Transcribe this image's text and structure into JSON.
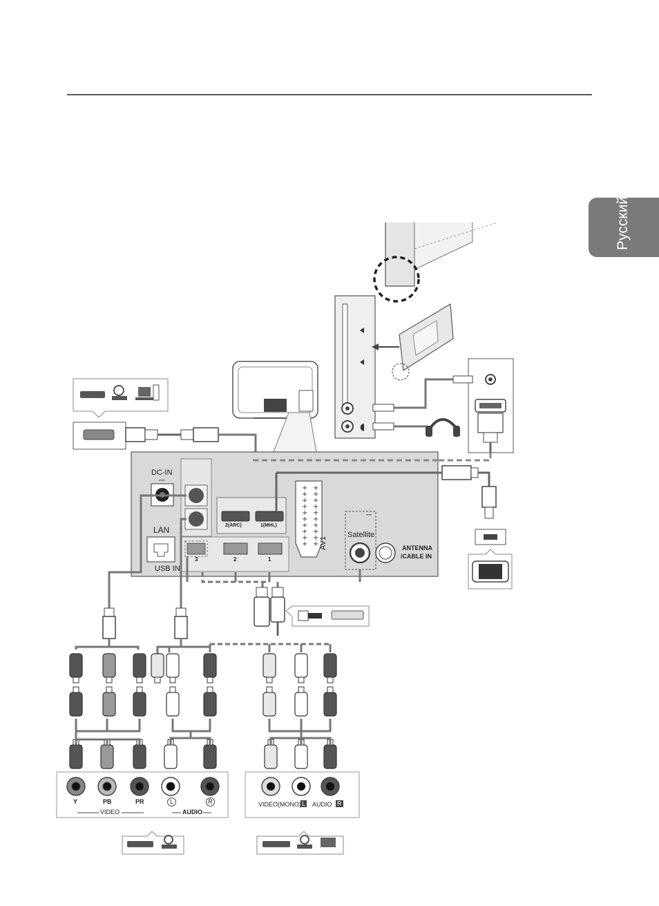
{
  "language_tab": "Русский",
  "panel": {
    "dc_in": "DC-IN",
    "dc_symbol": "⎓",
    "lan": "LAN",
    "usb_in": "USB IN",
    "hdmi2": "2(ARC)",
    "hdmi1": "1(MHL)",
    "av1": "AV1",
    "satellite": "Satellite",
    "satellite_symbol": "⎓",
    "antenna": "ANTENNA",
    "cable_in": "/CABLE IN",
    "usb3": "3",
    "usb2": "2",
    "usb1": "1"
  },
  "component_block": {
    "y": "Y",
    "pb": "PB",
    "pr": "PR",
    "video": "VIDEO",
    "audio_l": "L",
    "audio_r": "R",
    "audio": "AUDIO"
  },
  "composite_block": {
    "video_mono": "VIDEO(MONO)",
    "l": "L",
    "audio": "AUDIO",
    "r": "R"
  },
  "colors": {
    "panel_bg": "#d9d9d9",
    "dark": "#444444",
    "mid": "#8c8c8c",
    "light": "#e6e6e6",
    "tab": "#7a7a7a"
  }
}
